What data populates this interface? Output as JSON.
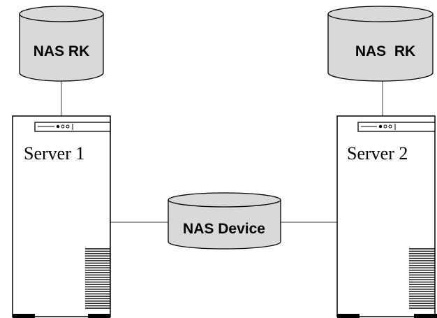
{
  "diagram": {
    "storage_left": {
      "label": "NAS RK"
    },
    "storage_right": {
      "label": "NAS  RK"
    },
    "server_left": {
      "label": "Server 1"
    },
    "server_right": {
      "label": "Server 2"
    },
    "nas_device": {
      "label": "NAS Device"
    }
  },
  "colors": {
    "cylinder_fill": "#d9d9d9",
    "stroke": "#000000",
    "connector": "#7f7f7f",
    "background": "#ffffff"
  }
}
